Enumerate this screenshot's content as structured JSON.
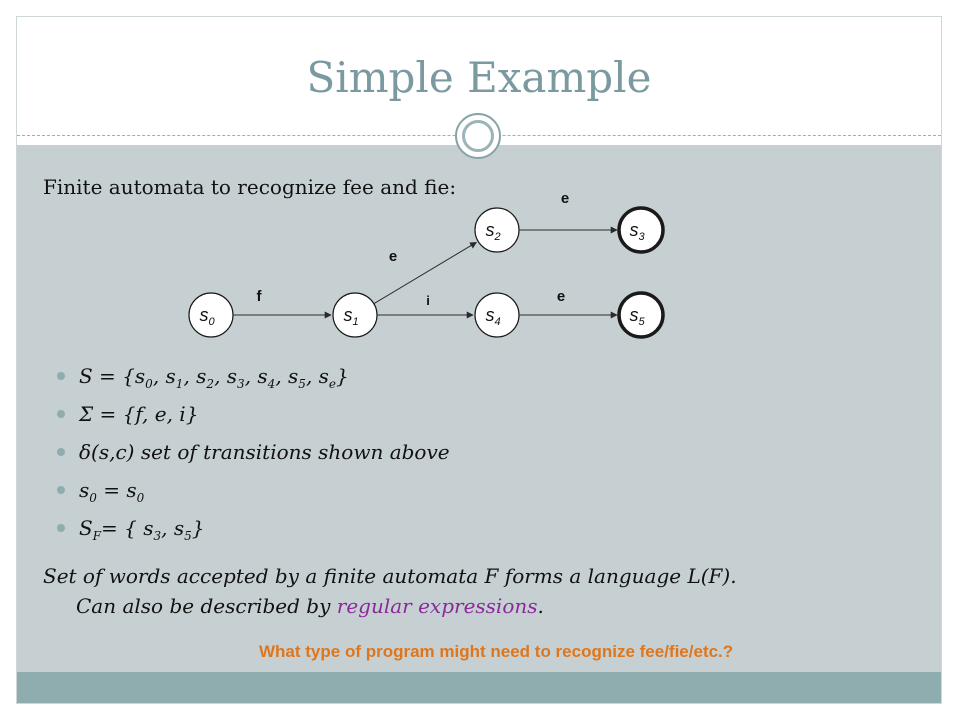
{
  "title": "Simple Example",
  "intro": "Finite automata to recognize fee and fie:",
  "automaton": {
    "states": [
      {
        "id": "s0",
        "base": "s",
        "sub": "0",
        "final": false
      },
      {
        "id": "s1",
        "base": "s",
        "sub": "1",
        "final": false
      },
      {
        "id": "s2",
        "base": "s",
        "sub": "2",
        "final": false
      },
      {
        "id": "s3",
        "base": "s",
        "sub": "3",
        "final": true
      },
      {
        "id": "s4",
        "base": "s",
        "sub": "4",
        "final": false
      },
      {
        "id": "s5",
        "base": "s",
        "sub": "5",
        "final": true
      }
    ],
    "transitions": [
      {
        "from": "s0",
        "to": "s1",
        "label": "f"
      },
      {
        "from": "s1",
        "to": "s2",
        "label": "e"
      },
      {
        "from": "s2",
        "to": "s3",
        "label": "e"
      },
      {
        "from": "s1",
        "to": "s4",
        "label": "i"
      },
      {
        "from": "s4",
        "to": "s5",
        "label": "e"
      }
    ]
  },
  "bullets": {
    "states_def": {
      "lhs": "S = {",
      "items": [
        "0",
        "1",
        "2",
        "3",
        "4",
        "5",
        "e"
      ],
      "rhs": "}"
    },
    "alphabet": "Σ = {f, e, i}",
    "delta": "δ(s,c) set of transitions shown above",
    "start": {
      "a": "s",
      "a_sub": "0",
      "mid": " = s",
      "b_sub": "0"
    },
    "final": {
      "a": "S",
      "a_sub": "F",
      "mid": "= { s",
      "s1_sub": "3",
      "sep": ", s",
      "s2_sub": "5",
      "end": "}"
    }
  },
  "conclusion": {
    "line1": "Set of words accepted by a finite automata F forms a language L(F).",
    "line2_pre": "Can also be described by ",
    "line2_link": "regular expressions",
    "line2_post": "."
  },
  "question": "What type of program might need to recognize fee/fie/etc.?",
  "colors": {
    "title": "#7a9aa0",
    "body_bg": "#c6d0d3",
    "footer": "#8fadae",
    "question": "#e0761b",
    "link": "#8a2a9a"
  }
}
